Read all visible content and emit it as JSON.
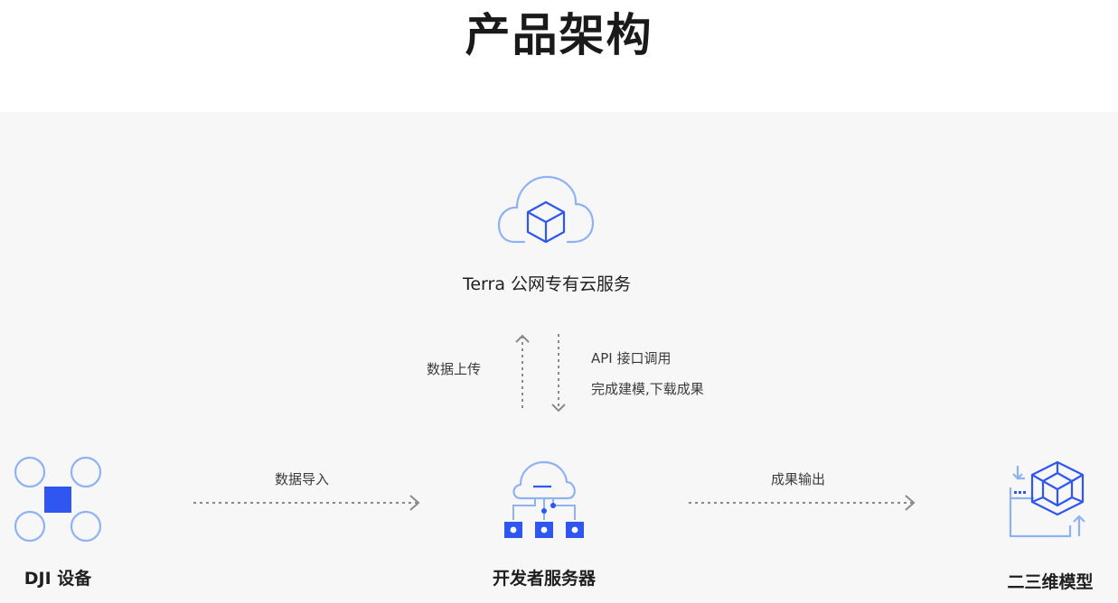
{
  "title": "产品架构",
  "cloud": {
    "label": "Terra 公网专有云服务",
    "icon": "cloud-cube-icon"
  },
  "upload": {
    "label": "数据上传"
  },
  "api": {
    "line1": "API 接口调用",
    "line2": "完成建模,下载成果"
  },
  "import": {
    "label": "数据导入"
  },
  "output": {
    "label": "成果输出"
  },
  "nodes": {
    "dji": {
      "label": "DJI 设备",
      "icon": "drone-icon"
    },
    "server": {
      "label": "开发者服务器",
      "icon": "server-cloud-icon"
    },
    "model": {
      "label": "二三维模型",
      "icon": "3d-model-icon"
    }
  },
  "colors": {
    "accent": "#2f56f0",
    "light": "#8fb2f4",
    "arrow": "#8a8a8a",
    "panel": "#f7f7f7"
  }
}
